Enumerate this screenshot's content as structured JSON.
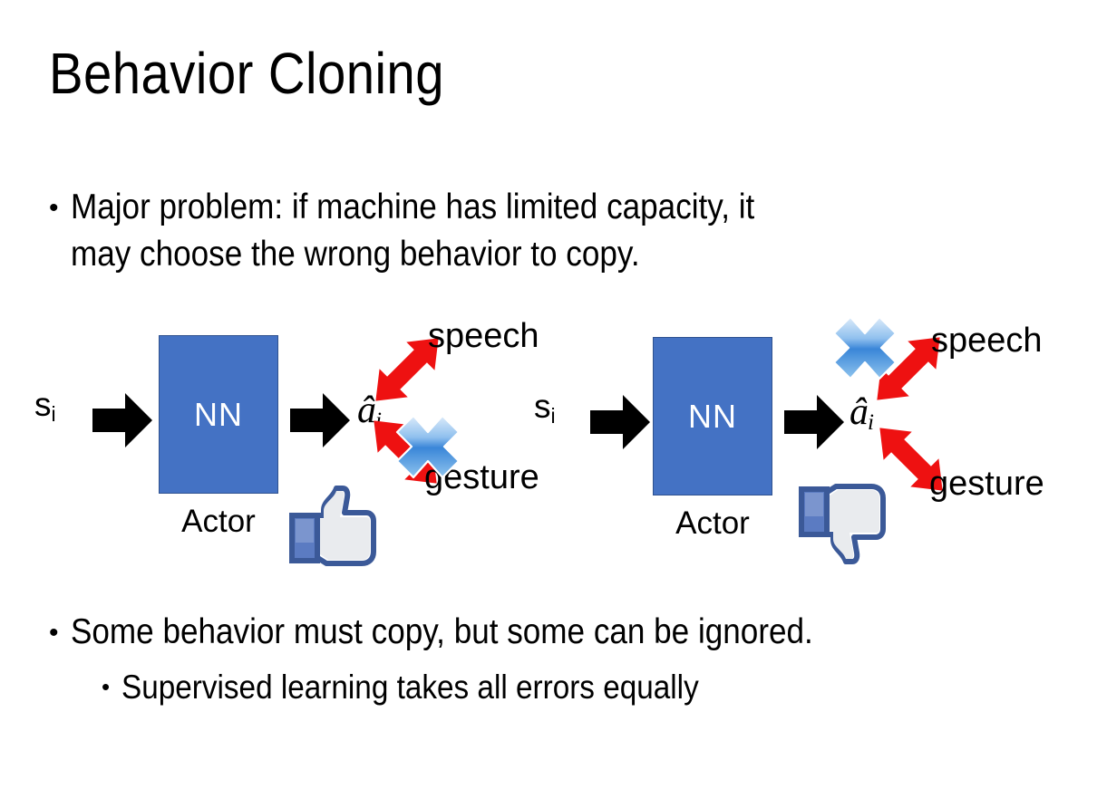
{
  "slide": {
    "title": "Behavior Cloning",
    "background_color": "#FFFFFF",
    "text_color": "#000000"
  },
  "bullets": {
    "top": "Major problem: if machine has limited capacity, it\nmay choose the wrong behavior to copy.",
    "middle": "Some behavior must copy, but some can be ignored.",
    "sub": "Supervised learning takes all errors equally",
    "marker": "•"
  },
  "colors": {
    "nn_box_fill": "#4472C4",
    "nn_box_border": "#2F528F",
    "arrow_black": "#000000",
    "arrow_red": "#EE1111",
    "x_mark_blue_light": "#C9E0F7",
    "x_mark_blue_dark": "#2E75D4",
    "thumb_outline": "#3B5998",
    "thumb_fill": "#FFFFFF",
    "thumb_cuff": "#5B7BC2"
  },
  "diagrams": [
    {
      "id": "left",
      "state_label": "s",
      "state_subscript": "i",
      "nn_label": "NN",
      "actor_label": "Actor",
      "action_label": "â",
      "action_subscript": "i",
      "outcomes": [
        {
          "label": "speech",
          "direction": "up-right",
          "crossed_out": false
        },
        {
          "label": "gesture",
          "direction": "down-right",
          "crossed_out": true
        }
      ],
      "feedback": "thumbs-up",
      "x_mark_on": "gesture"
    },
    {
      "id": "right",
      "state_label": "s",
      "state_subscript": "i",
      "nn_label": "NN",
      "actor_label": "Actor",
      "action_label": "â",
      "action_subscript": "i",
      "outcomes": [
        {
          "label": "speech",
          "direction": "up-right",
          "crossed_out": true
        },
        {
          "label": "gesture",
          "direction": "down-right",
          "crossed_out": false
        }
      ],
      "feedback": "thumbs-down",
      "x_mark_on": "speech"
    }
  ]
}
